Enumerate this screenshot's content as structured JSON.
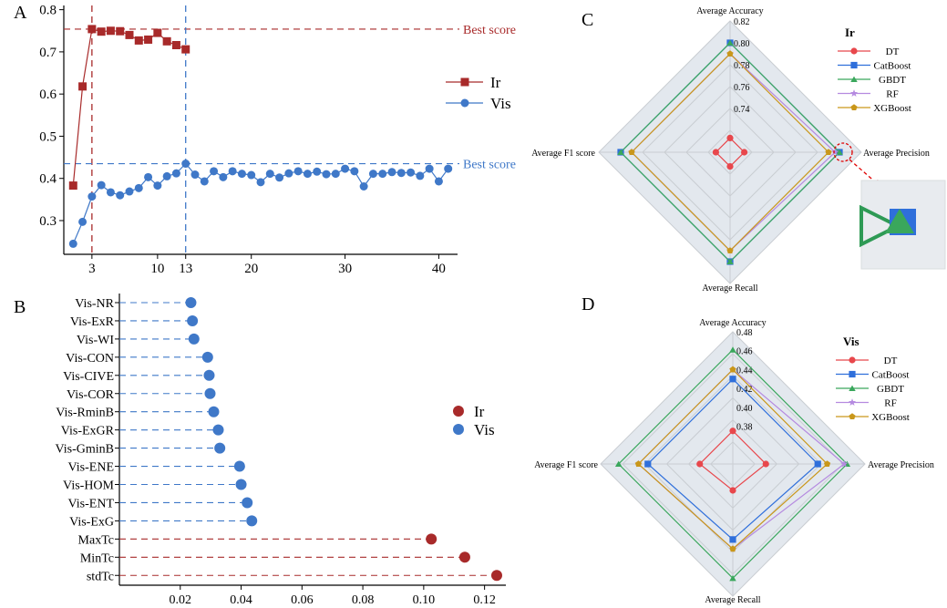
{
  "colors": {
    "ir": "#a82a2a",
    "vis": "#3f78c8",
    "dt": "#e8474c",
    "catboost": "#2f6fdb",
    "gbdt": "#3aa75c",
    "rf": "#b58ae0",
    "xgboost": "#c9971a",
    "radar_fill": "#e3e8ee",
    "radar_grid": "#c9cdd2"
  },
  "panels": {
    "a": "A",
    "b": "B",
    "c": "C",
    "d": "D"
  },
  "chart_data": [
    {
      "id": "A",
      "type": "line",
      "x_axis": {
        "range": [
          0,
          42
        ],
        "ticks": [
          3,
          10,
          13,
          20,
          30,
          40
        ]
      },
      "y_axis": {
        "range": [
          0.22,
          0.81
        ],
        "ticks": [
          0.3,
          0.4,
          0.5,
          0.6,
          0.7,
          0.8
        ]
      },
      "series": [
        {
          "name": "Ir",
          "marker": "square",
          "x": [
            1,
            2,
            3,
            4,
            5,
            6,
            7,
            8,
            9,
            10,
            11,
            12,
            13
          ],
          "y": [
            0.383,
            0.618,
            0.754,
            0.748,
            0.75,
            0.749,
            0.74,
            0.727,
            0.729,
            0.745,
            0.725,
            0.716,
            0.706
          ]
        },
        {
          "name": "Vis",
          "marker": "circle",
          "x": [
            1,
            2,
            3,
            4,
            5,
            6,
            7,
            8,
            9,
            10,
            11,
            12,
            13,
            14,
            15,
            16,
            17,
            18,
            19,
            20,
            21,
            22,
            23,
            24,
            25,
            26,
            27,
            28,
            29,
            30,
            31,
            32,
            33,
            34,
            35,
            36,
            37,
            38,
            39,
            40,
            41
          ],
          "y": [
            0.245,
            0.297,
            0.357,
            0.384,
            0.367,
            0.36,
            0.369,
            0.377,
            0.403,
            0.383,
            0.405,
            0.412,
            0.435,
            0.409,
            0.393,
            0.417,
            0.403,
            0.417,
            0.411,
            0.408,
            0.391,
            0.411,
            0.402,
            0.412,
            0.417,
            0.411,
            0.416,
            0.41,
            0.411,
            0.423,
            0.417,
            0.381,
            0.411,
            0.411,
            0.415,
            0.413,
            0.414,
            0.406,
            0.423,
            0.393,
            0.423
          ]
        }
      ],
      "reference_lines": [
        {
          "label": "Best score",
          "y": 0.754,
          "x": 3,
          "color": "ir"
        },
        {
          "label": "Best score",
          "y": 0.435,
          "x": 13,
          "color": "vis"
        }
      ],
      "legend": [
        "Ir",
        "Vis"
      ],
      "legend_placement": "right"
    },
    {
      "id": "B",
      "type": "lollipop",
      "x_axis": {
        "range": [
          0,
          0.127
        ],
        "ticks": [
          0.02,
          0.04,
          0.06,
          0.08,
          0.1,
          0.12
        ]
      },
      "categories": [
        "Vis-NR",
        "Vis-ExR",
        "Vis-WI",
        "Vis-CON",
        "Vis-CIVE",
        "Vis-COR",
        "Vis-RminB",
        "Vis-ExGR",
        "Vis-GminB",
        "Vis-ENE",
        "Vis-HOM",
        "Vis-ENT",
        "Vis-ExG",
        "MaxTc",
        "MinTc",
        "stdTc"
      ],
      "values": [
        0.0235,
        0.024,
        0.0245,
        0.029,
        0.0295,
        0.0298,
        0.031,
        0.0325,
        0.033,
        0.0395,
        0.04,
        0.042,
        0.0435,
        0.1025,
        0.1135,
        0.124
      ],
      "groups": [
        "Vis",
        "Vis",
        "Vis",
        "Vis",
        "Vis",
        "Vis",
        "Vis",
        "Vis",
        "Vis",
        "Vis",
        "Vis",
        "Vis",
        "Vis",
        "Ir",
        "Ir",
        "Ir"
      ],
      "legend": [
        "Ir",
        "Vis"
      ],
      "legend_placement": "right"
    },
    {
      "id": "C",
      "type": "radar",
      "legend_title": "Ir",
      "axes": [
        "Average Accuracy",
        "Average Precision",
        "Average Recall",
        "Average F1 score"
      ],
      "range": [
        0.7,
        0.82
      ],
      "ticks": [
        0.74,
        0.76,
        0.78,
        0.8,
        0.82
      ],
      "series": [
        {
          "name": "DT",
          "marker": "circle",
          "values": [
            0.713,
            0.713,
            0.713,
            0.713
          ]
        },
        {
          "name": "CatBoost",
          "marker": "square",
          "values": [
            0.8,
            0.8,
            0.8,
            0.8
          ]
        },
        {
          "name": "GBDT",
          "marker": "triangle",
          "values": [
            0.8,
            0.8,
            0.8,
            0.8
          ]
        },
        {
          "name": "RF",
          "marker": "star",
          "values": [
            0.79,
            0.796,
            0.79,
            0.79
          ]
        },
        {
          "name": "XGBoost",
          "marker": "pentagon",
          "values": [
            0.79,
            0.79,
            0.79,
            0.79
          ]
        }
      ],
      "annotation": "zoom inset of Average Precision vertex"
    },
    {
      "id": "D",
      "type": "radar",
      "legend_title": "Vis",
      "axes": [
        "Average Accuracy",
        "Average Precision",
        "Average Recall",
        "Average F1 score"
      ],
      "range": [
        0.34,
        0.48
      ],
      "ticks": [
        0.38,
        0.4,
        0.42,
        0.44,
        0.46,
        0.48
      ],
      "series": [
        {
          "name": "DT",
          "marker": "circle",
          "values": [
            0.375,
            0.375,
            0.368,
            0.375
          ]
        },
        {
          "name": "CatBoost",
          "marker": "square",
          "values": [
            0.43,
            0.43,
            0.42,
            0.43
          ]
        },
        {
          "name": "GBDT",
          "marker": "triangle",
          "values": [
            0.461,
            0.461,
            0.461,
            0.461
          ]
        },
        {
          "name": "RF",
          "marker": "star",
          "values": [
            0.44,
            0.458,
            0.43,
            0.44
          ]
        },
        {
          "name": "XGBoost",
          "marker": "pentagon",
          "values": [
            0.44,
            0.44,
            0.43,
            0.44
          ]
        }
      ]
    }
  ]
}
